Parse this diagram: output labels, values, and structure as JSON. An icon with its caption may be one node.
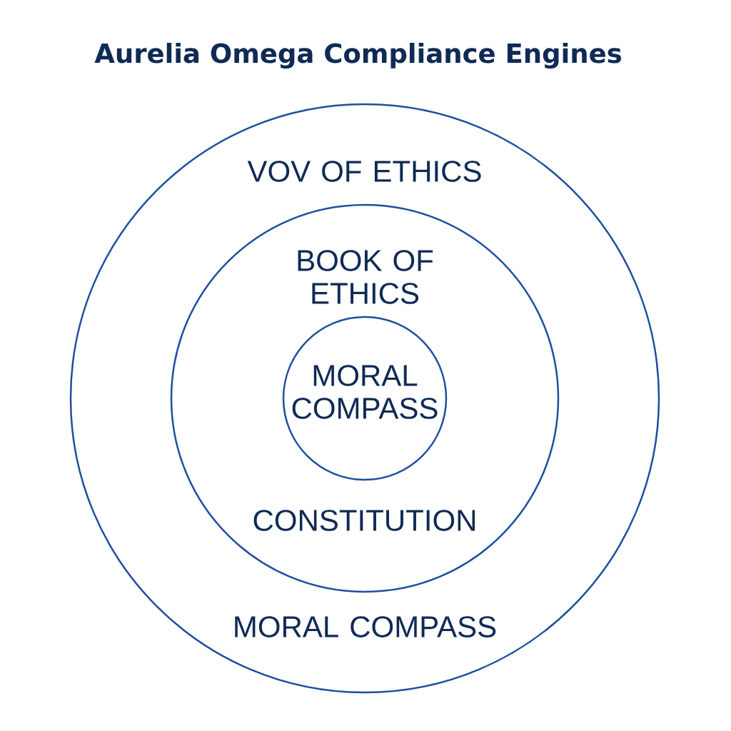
{
  "diagram": {
    "title": "Aurelia Omega Compliance Engines",
    "nodes": [
      {
        "text": [
          "VOV OF ETHICS",
          "MORAL COMPASS"
        ]
      },
      {
        "text": [
          "BOOK OF ETHICS",
          "CONSTITUTION"
        ],
        "in": 0
      },
      {
        "text": [
          "MORAL COMPASS"
        ],
        "in": 1
      }
    ],
    "edges": []
  }
}
